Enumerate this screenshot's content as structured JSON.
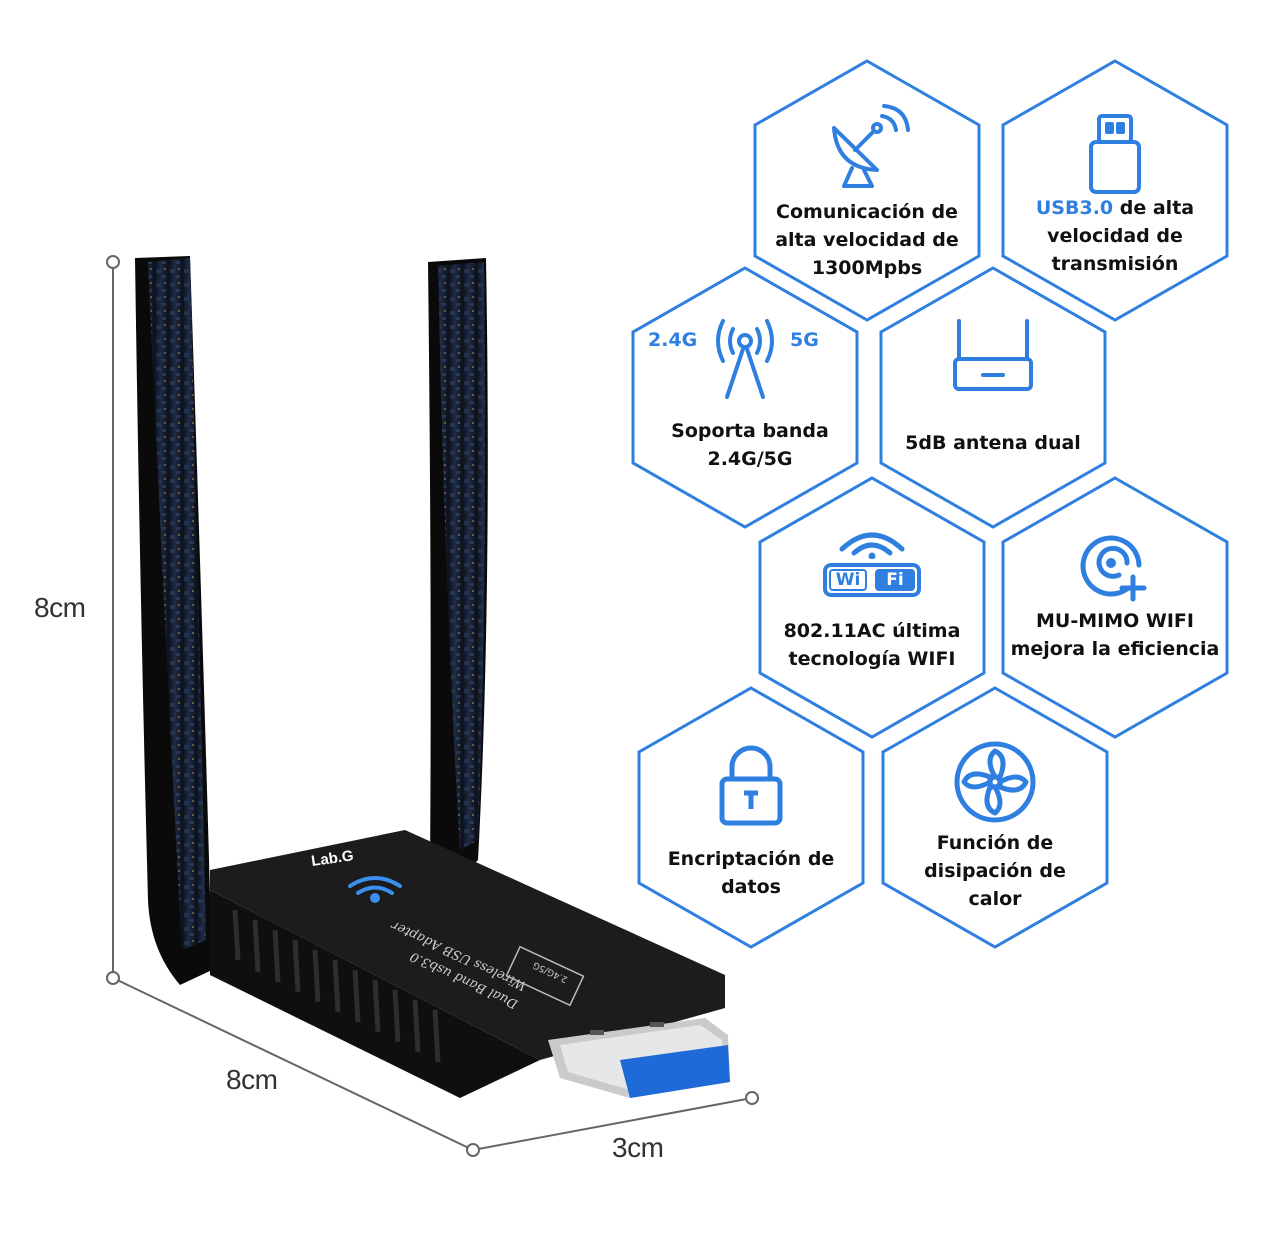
{
  "colors": {
    "accent": "#2f7fe0",
    "hex_stroke": "#2f7fe0",
    "text": "#111111",
    "device": "#141414"
  },
  "dimensions": {
    "height": "8cm",
    "length": "8cm",
    "width": "3cm"
  },
  "device": {
    "brand": "Lab.G",
    "label_line1": "Dual Band usb3.0",
    "label_line2": "Wireless USB Adapter",
    "badge": "2.4G/5G"
  },
  "features": [
    {
      "icon": "satellite-dish-icon",
      "caption": "Comunicación de alta velocidad de 1300Mpbs"
    },
    {
      "icon": "usb-stick-icon",
      "accent": "USB3.0",
      "caption": " de alta velocidad de transmisión"
    },
    {
      "icon": "dual-band-antenna-icon",
      "band_left": "2.4G",
      "band_right": "5G",
      "caption": "Soporta banda 2.4G/5G"
    },
    {
      "icon": "router-icon",
      "caption": "5dB antena dual"
    },
    {
      "icon": "wifi-logo-icon",
      "wi": "Wi",
      "fi": "Fi",
      "caption": "802.11AC última tecnología WIFI"
    },
    {
      "icon": "mu-mimo-icon",
      "caption": "MU-MIMO WIFI mejora la eficiencia"
    },
    {
      "icon": "padlock-icon",
      "caption": "Encriptación de datos"
    },
    {
      "icon": "fan-icon",
      "caption": "Función de disipación de calor"
    }
  ]
}
